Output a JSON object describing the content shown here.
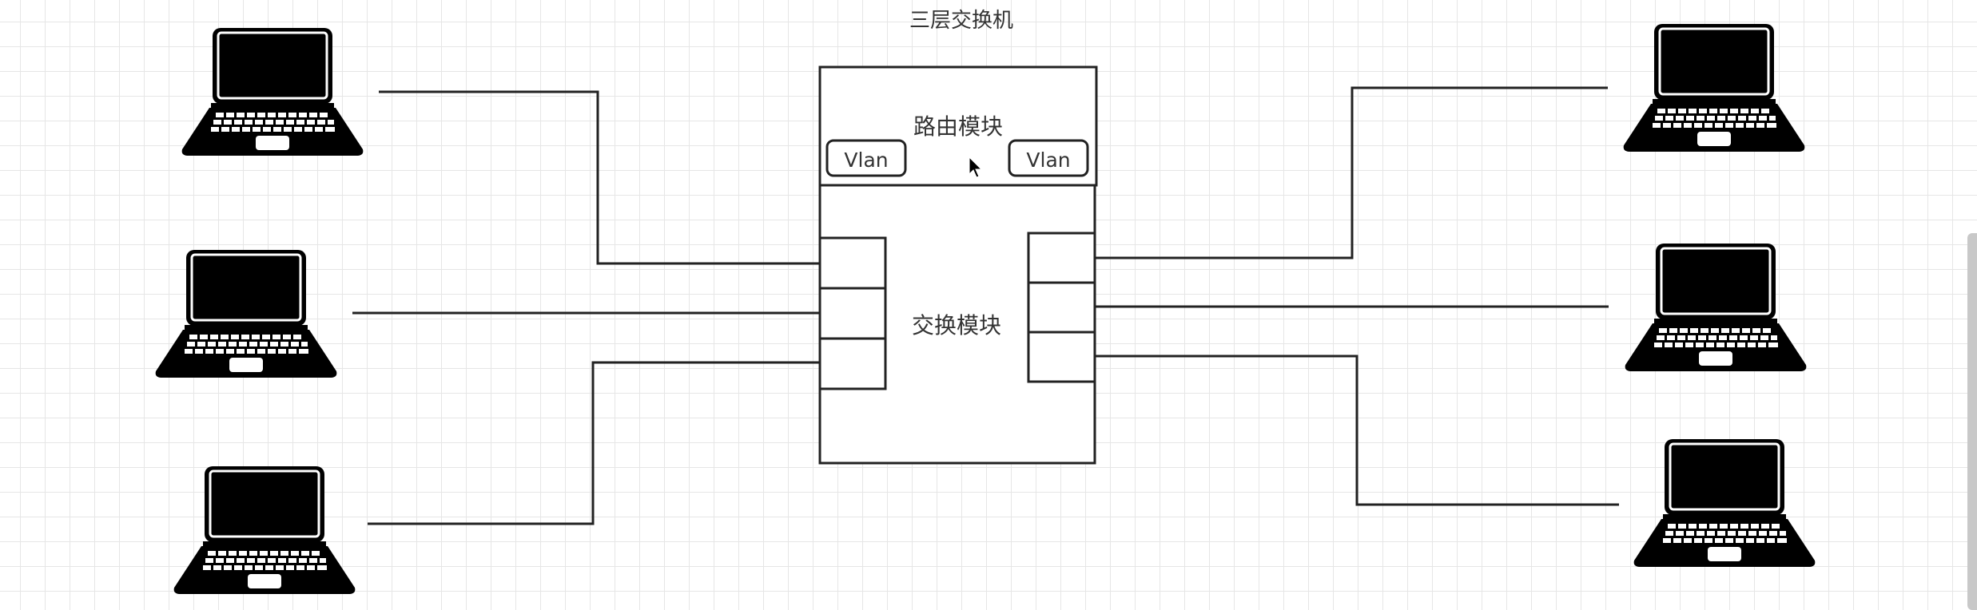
{
  "diagram": {
    "title": "三层交换机",
    "routing_module": {
      "label": "路由模块",
      "vlan_left": "Vlan",
      "vlan_right": "Vlan"
    },
    "switching_module": {
      "label": "交换模块"
    }
  },
  "colors": {
    "stroke": "#222222",
    "laptop": "#000000",
    "grid": "#e6e6e6",
    "label": "#333333"
  },
  "icons": {
    "laptop": "laptop-icon",
    "cursor": "mouse-cursor-icon"
  }
}
